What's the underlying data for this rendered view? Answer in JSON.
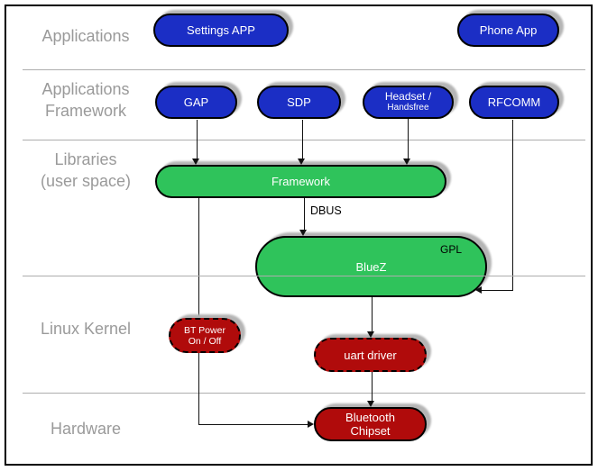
{
  "colors": {
    "blue": "#1b2ec5",
    "green": "#2fc35b",
    "red": "#b00b0b",
    "shadow": "#b5b5b5",
    "label_gray": "#9a9a9a",
    "line_gray": "#adadad",
    "arrow": "#111111"
  },
  "sections": {
    "applications": {
      "label": "Applications"
    },
    "app_framework": {
      "line1": "Applications",
      "line2": "Framework"
    },
    "libraries": {
      "line1": "Libraries",
      "line2": "(user space)"
    },
    "kernel": {
      "label": "Linux Kernel"
    },
    "hardware": {
      "label": "Hardware"
    }
  },
  "nodes": {
    "settings_app": {
      "label": "Settings APP"
    },
    "phone_app": {
      "label": "Phone App"
    },
    "gap": {
      "label": "GAP"
    },
    "sdp": {
      "label": "SDP"
    },
    "headset": {
      "line1": "Headset /",
      "line2": "Handsfree"
    },
    "rfcomm": {
      "label": "RFCOMM"
    },
    "framework": {
      "label": "Framework"
    },
    "bluez": {
      "label": "BlueZ",
      "badge": "GPL"
    },
    "bt_power": {
      "line1": "BT Power",
      "line2": "On / Off"
    },
    "uart": {
      "label": "uart driver"
    },
    "chipset": {
      "line1": "Bluetooth",
      "line2": "Chipset"
    }
  },
  "annotations": {
    "dbus": "DBUS"
  },
  "edges": [
    {
      "from": "GAP",
      "to": "Framework"
    },
    {
      "from": "SDP",
      "to": "Framework"
    },
    {
      "from": "Headset / Handsfree",
      "to": "Framework"
    },
    {
      "from": "RFCOMM",
      "to": "BlueZ"
    },
    {
      "from": "Framework",
      "to": "BlueZ",
      "label": "DBUS"
    },
    {
      "from": "Framework",
      "to": "Bluetooth Chipset"
    },
    {
      "from": "BlueZ",
      "to": "uart driver"
    },
    {
      "from": "uart driver",
      "to": "Bluetooth Chipset"
    }
  ]
}
